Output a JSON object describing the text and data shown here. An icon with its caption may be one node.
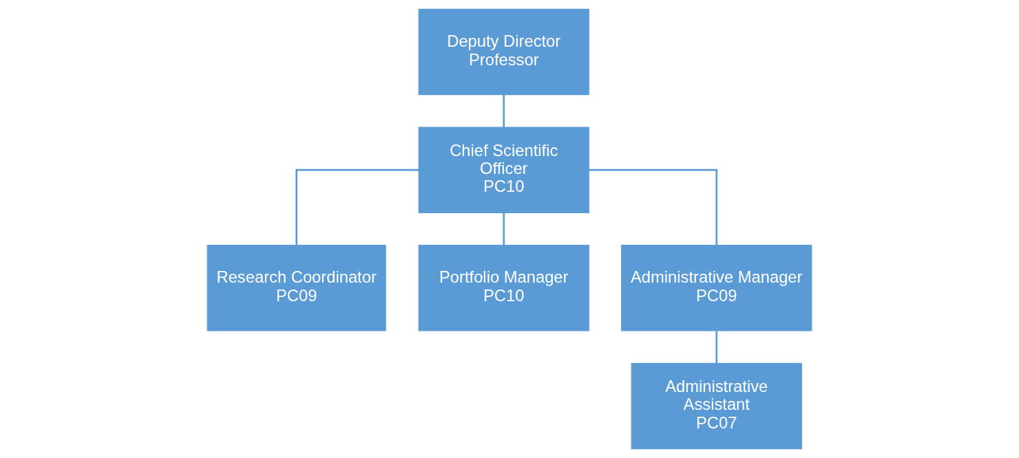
{
  "diagram": {
    "nodes": [
      {
        "text": [
          "Deputy Director",
          "Professor"
        ]
      },
      {
        "text": [
          "Chief Scientific Officer",
          "PC10"
        ]
      },
      {
        "text": [
          "Research Coordinator",
          "PC09"
        ]
      },
      {
        "text": [
          "Portfolio Manager",
          "PC10"
        ]
      },
      {
        "text": [
          "Administrative Manager",
          "PC09"
        ]
      },
      {
        "text": [
          "Administrative Assistant",
          "PC07"
        ]
      }
    ],
    "edges": [
      {
        "from": 0,
        "to": 1,
        "arrow": "none"
      },
      {
        "from": 1,
        "to": 2,
        "arrow": "none"
      },
      {
        "from": 1,
        "to": 3,
        "arrow": "none"
      },
      {
        "from": 1,
        "to": 4,
        "arrow": "none"
      },
      {
        "from": 4,
        "to": 5,
        "arrow": "none"
      }
    ]
  }
}
